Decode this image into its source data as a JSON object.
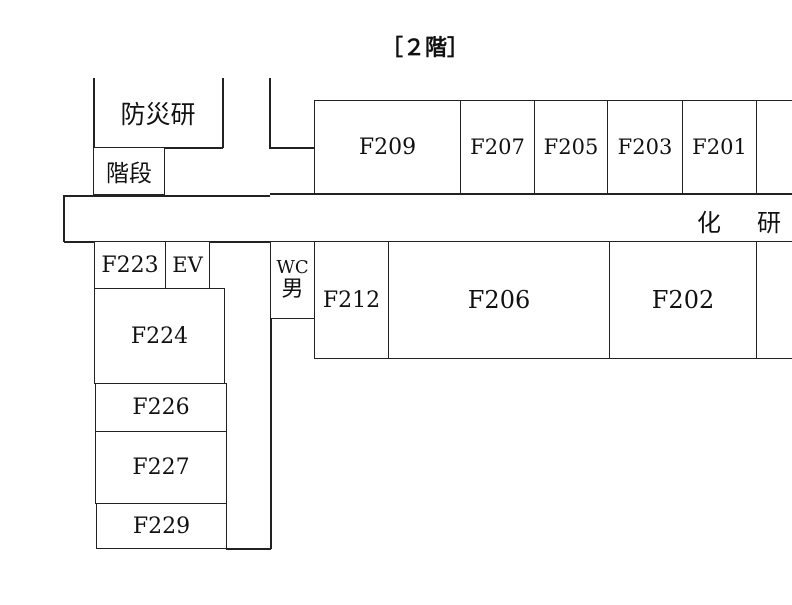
{
  "title": "［２階］",
  "corridor_label_1": "化",
  "corridor_label_2": "研",
  "rooms": {
    "bosai": "防災研",
    "stairs": "階段",
    "f223": "F223",
    "ev": "EV",
    "f224": "F224",
    "f226": "F226",
    "f227": "F227",
    "f229": "F229",
    "wc_top": "WC",
    "wc_bottom": "男",
    "f212": "F212",
    "f206": "F206",
    "f202": "F202",
    "f209": "F209",
    "f207": "F207",
    "f205": "F205",
    "f203": "F203",
    "f201": "F201"
  }
}
